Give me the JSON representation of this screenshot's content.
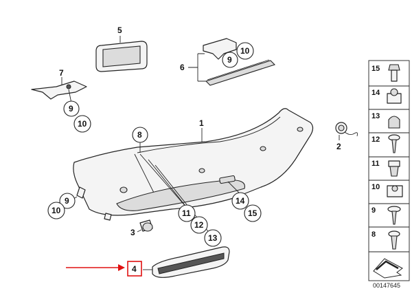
{
  "callouts": {
    "c1": "1",
    "c2": "2",
    "c3": "3",
    "c4": "4",
    "c5": "5",
    "c6": "6",
    "c7": "7",
    "c8": "8",
    "c9a": "9",
    "c10a": "10",
    "c9b": "9",
    "c10b": "10",
    "c9c": "9",
    "c10c": "10",
    "c11": "11",
    "c12": "12",
    "c13": "13",
    "c14": "14",
    "c15": "15"
  },
  "legend": {
    "items": [
      "15",
      "14",
      "13",
      "12",
      "11",
      "10",
      "9",
      "8"
    ]
  },
  "drawing_code": "00147645",
  "colors": {
    "highlight": "#e01010",
    "ink": "#222222"
  }
}
